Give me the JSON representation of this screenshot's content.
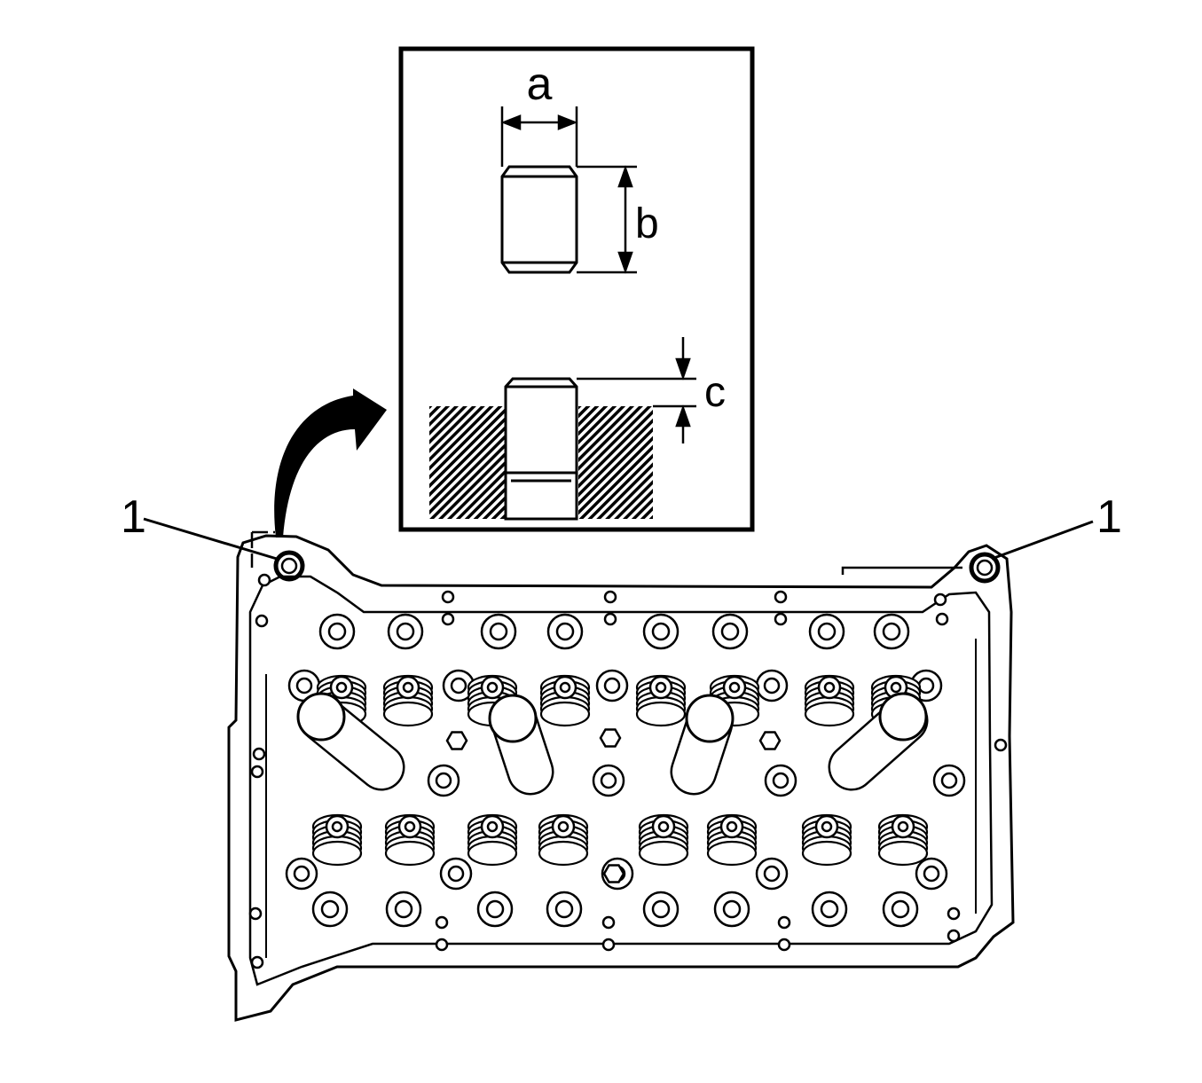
{
  "callouts": {
    "left": "1",
    "right": "1"
  },
  "inset": {
    "dimension_a": "a",
    "dimension_b": "b",
    "dimension_c": "c"
  },
  "colors": {
    "ink": "#000000",
    "paper": "#ffffff"
  }
}
